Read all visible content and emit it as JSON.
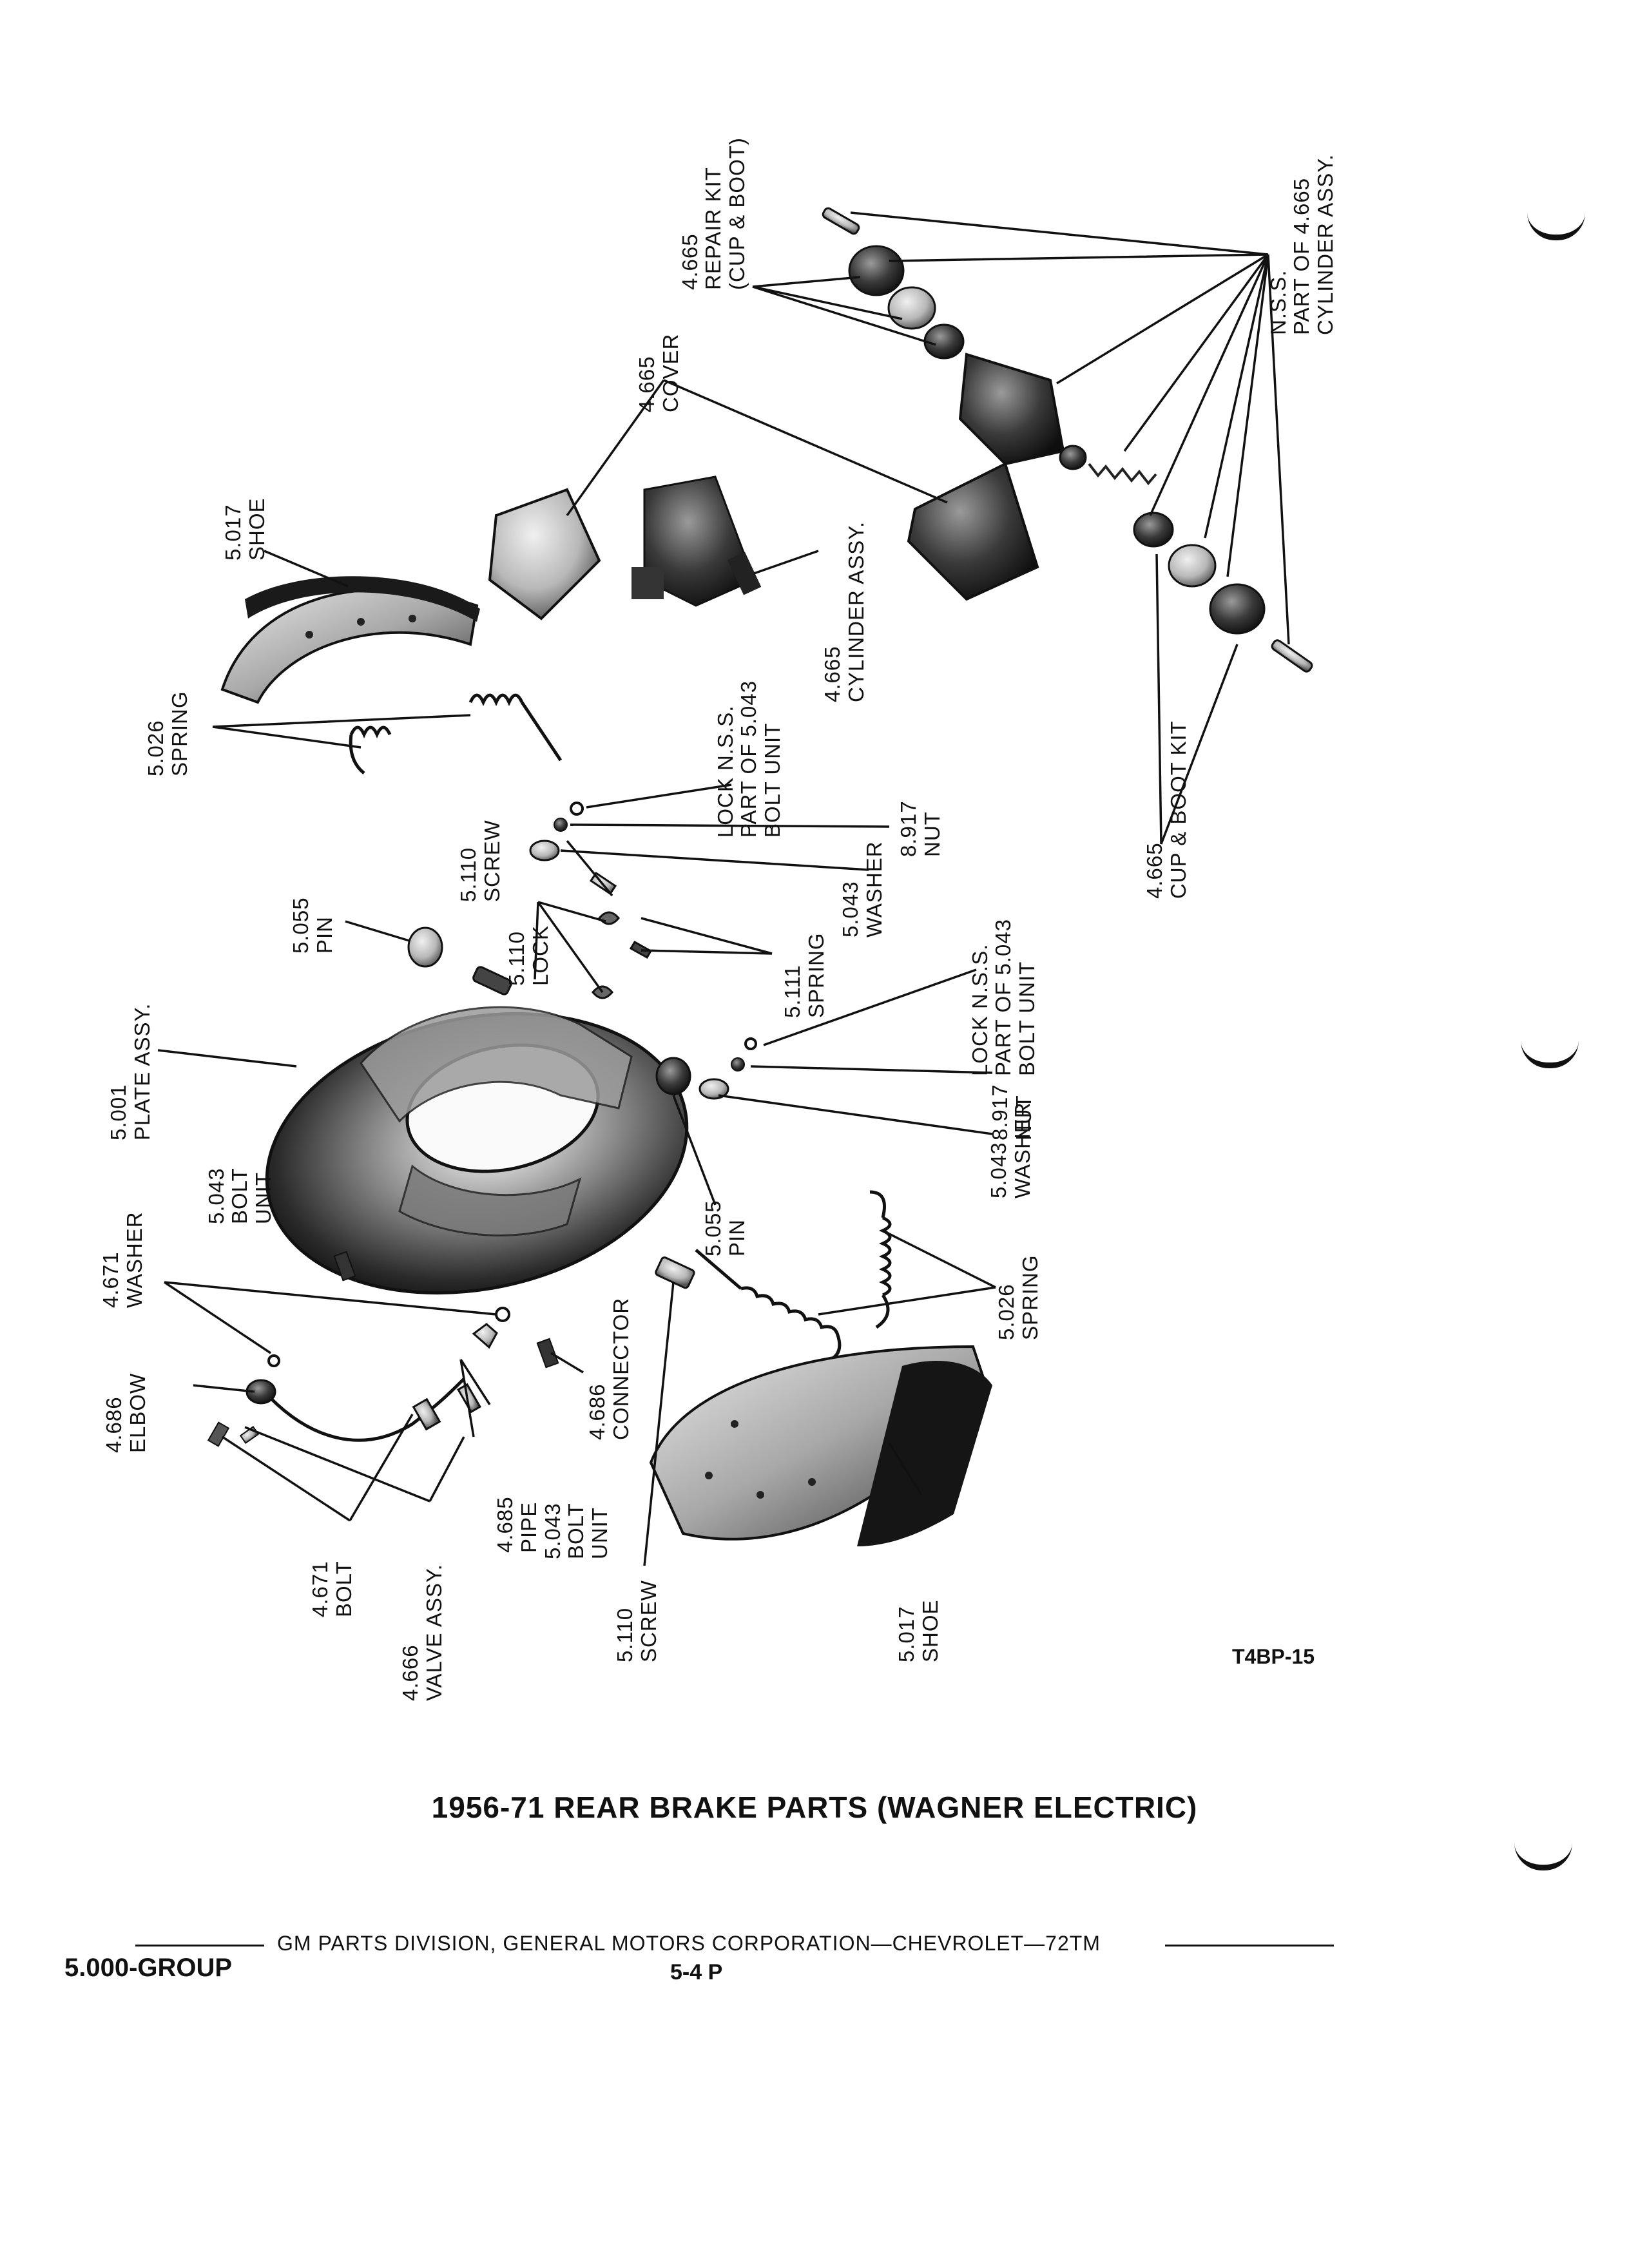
{
  "diagram": {
    "callouts": [
      {
        "id": "repair-kit",
        "lines": [
          "4.665",
          "REPAIR KIT",
          "(CUP & BOOT)"
        ]
      },
      {
        "id": "nss-part",
        "lines": [
          "N.S.S.",
          "PART OF 4.665",
          "CYLINDER ASSY."
        ]
      },
      {
        "id": "cover",
        "lines": [
          "4.665",
          "COVER"
        ]
      },
      {
        "id": "upper-shoe",
        "lines": [
          "5.017",
          "SHOE"
        ]
      },
      {
        "id": "cylinder-assy",
        "lines": [
          "4.665",
          "CYLINDER ASSY."
        ]
      },
      {
        "id": "upper-spring",
        "lines": [
          "5.026",
          "SPRING"
        ]
      },
      {
        "id": "upper-lock-nss",
        "lines": [
          "LOCK N.S.S.",
          "PART OF 5.043",
          "BOLT UNIT"
        ]
      },
      {
        "id": "upper-nut",
        "lines": [
          "8.917",
          "NUT"
        ]
      },
      {
        "id": "upper-washer",
        "lines": [
          "5.043",
          "WASHER"
        ]
      },
      {
        "id": "cup-boot-kit",
        "lines": [
          "4.665",
          "CUP & BOOT KIT"
        ]
      },
      {
        "id": "upper-screw",
        "lines": [
          "5.110",
          "SCREW"
        ]
      },
      {
        "id": "upper-pin",
        "lines": [
          "5.055",
          "PIN"
        ]
      },
      {
        "id": "lock",
        "lines": [
          "5.110",
          "LOCK"
        ]
      },
      {
        "id": "small-spring",
        "lines": [
          "5.111",
          "SPRING"
        ]
      },
      {
        "id": "plate-assy",
        "lines": [
          "5.001",
          "PLATE ASSY."
        ]
      },
      {
        "id": "lower-lock-nss",
        "lines": [
          "LOCK N.S.S.",
          "PART OF 5.043",
          "BOLT UNIT"
        ]
      },
      {
        "id": "lower-nut",
        "lines": [
          "8.917",
          "NUT"
        ]
      },
      {
        "id": "bolt-unit",
        "lines": [
          "5.043",
          "BOLT",
          "UNIT"
        ]
      },
      {
        "id": "lower-washer",
        "lines": [
          "5.043",
          "WASHER"
        ]
      },
      {
        "id": "lower-pin",
        "lines": [
          "5.055",
          "PIN"
        ]
      },
      {
        "id": "washer-4671",
        "lines": [
          "4.671",
          "WASHER"
        ]
      },
      {
        "id": "lower-spring",
        "lines": [
          "5.026",
          "SPRING"
        ]
      },
      {
        "id": "connector",
        "lines": [
          "4.686",
          "CONNECTOR"
        ]
      },
      {
        "id": "elbow",
        "lines": [
          "4.686",
          "ELBOW"
        ]
      },
      {
        "id": "pipe",
        "lines": [
          "4.685",
          "PIPE"
        ]
      },
      {
        "id": "lower-bolt-unit",
        "lines": [
          "5.043",
          "BOLT",
          "UNIT"
        ]
      },
      {
        "id": "bolt-4671",
        "lines": [
          "4.671",
          "BOLT"
        ]
      },
      {
        "id": "lower-screw",
        "lines": [
          "5.110",
          "SCREW"
        ]
      },
      {
        "id": "lower-shoe",
        "lines": [
          "5.017",
          "SHOE"
        ]
      },
      {
        "id": "valve-assy",
        "lines": [
          "4.666",
          "VALVE ASSY."
        ]
      }
    ],
    "figure_ref": "T4BP-15"
  },
  "title": "1956-71 REAR BRAKE PARTS (WAGNER ELECTRIC)",
  "footer": {
    "corporation": "GM PARTS DIVISION, GENERAL MOTORS CORPORATION—CHEVROLET—72TM",
    "group": "5.000-GROUP",
    "page": "5-4 P"
  }
}
